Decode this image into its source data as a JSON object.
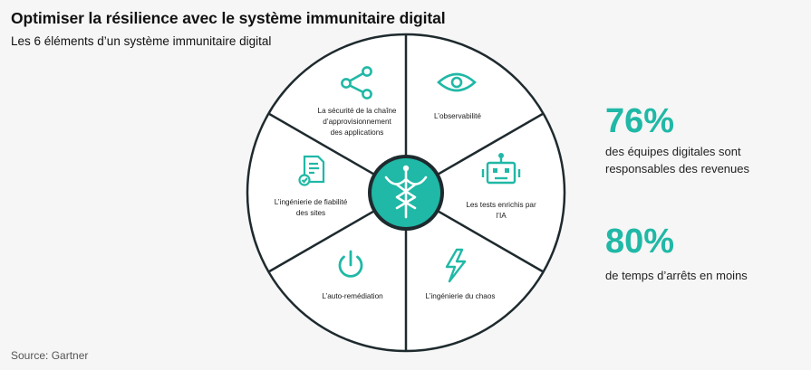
{
  "title": "Optimiser la résilience avec le système immunitaire digital",
  "subtitle": "Les 6 éléments d’un système immunitaire digital",
  "source": "Source: Gartner",
  "colors": {
    "accent": "#20b8a6",
    "dark": "#1e2a2e",
    "background": "#f6f6f6"
  },
  "center": {
    "icon": "caduceus-icon"
  },
  "segments": [
    {
      "icon": "share-icon",
      "lines": [
        "La sécurité de la chaîne",
        "d’approvisionnement",
        "des applications"
      ]
    },
    {
      "icon": "eye-icon",
      "lines": [
        "L’observabilité"
      ]
    },
    {
      "icon": "robot-icon",
      "lines": [
        "Les tests enrichis par",
        "l’IA"
      ]
    },
    {
      "icon": "lightning-icon",
      "lines": [
        "L’ingénierie du chaos"
      ]
    },
    {
      "icon": "power-icon",
      "lines": [
        "L’auto-remédiation"
      ]
    },
    {
      "icon": "checklist-icon",
      "lines": [
        "L’ingénierie de fiabilité",
        "des sites"
      ]
    }
  ],
  "stats": [
    {
      "value": "76%",
      "lines": [
        "des équipes digitales sont",
        "responsables des revenues"
      ]
    },
    {
      "value": "80%",
      "lines": [
        "de temps d’arrêts en moins"
      ]
    }
  ]
}
